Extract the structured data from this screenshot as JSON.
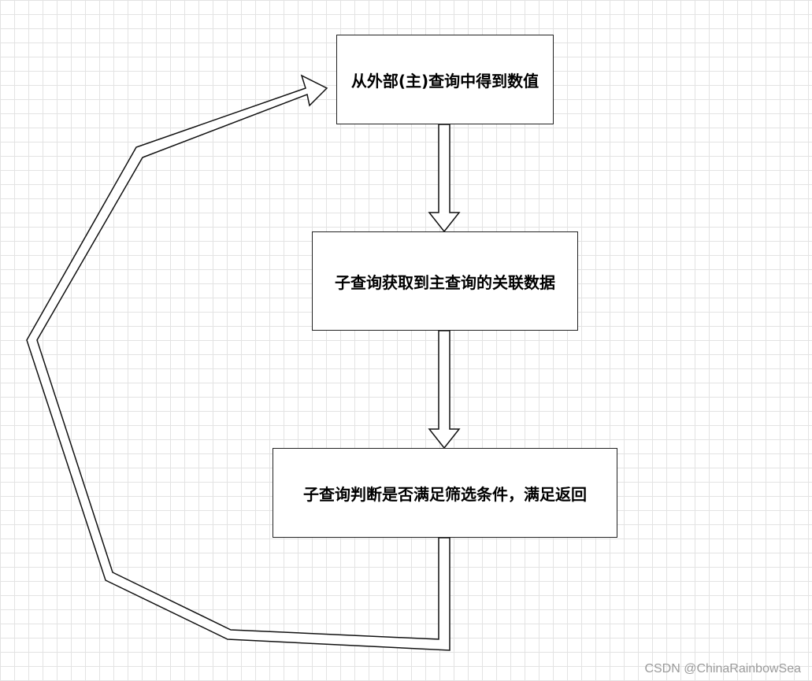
{
  "diagram": {
    "nodes": [
      {
        "id": "get-value",
        "label": "从外部(主)查询中得到数值"
      },
      {
        "id": "fetch-related",
        "label": "子查询获取到主查询的关联数据"
      },
      {
        "id": "check-condition",
        "label": "子查询判断是否满足筛选条件，满足返回"
      }
    ],
    "edges": [
      {
        "from": "get-value",
        "to": "fetch-related"
      },
      {
        "from": "fetch-related",
        "to": "check-condition"
      },
      {
        "from": "check-condition",
        "to": "get-value"
      }
    ]
  },
  "watermark": "CSDN @ChinaRainbowSea"
}
